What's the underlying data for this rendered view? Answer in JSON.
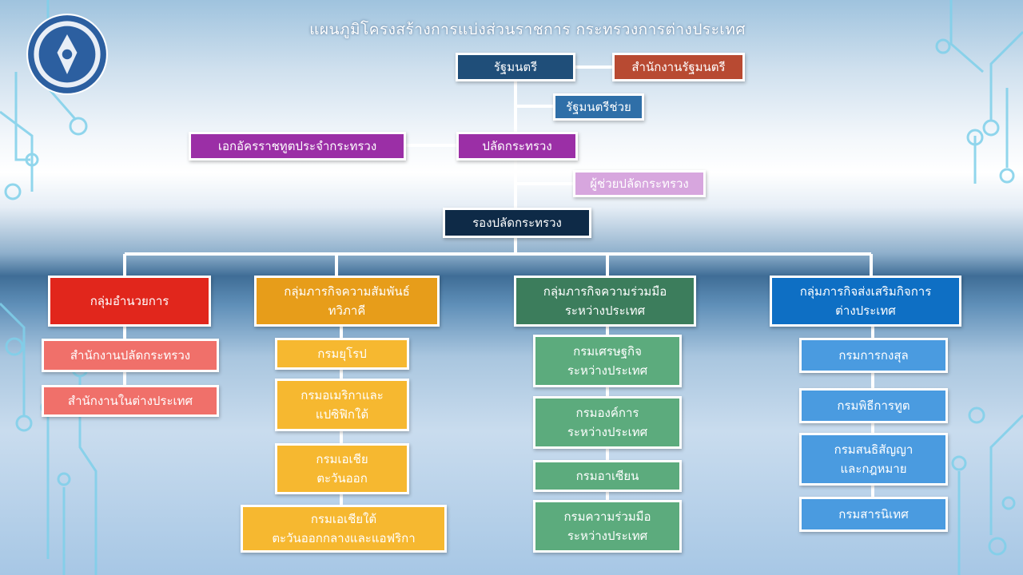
{
  "title": "แผนภูมิโครงสร้างการแบ่งส่วนราชการ กระทรวงการต่างประเทศ",
  "colors": {
    "minister": "#1f4e79",
    "minister_office": "#b84a32",
    "assistant": "#2f6fa8",
    "purple": "#9b2fa6",
    "lilac": "#d7a6de",
    "deputy": "#0e2a47",
    "admin": "#e1261c",
    "admin_units": "#f0706a",
    "bilateral": "#e79d1a",
    "bilateral_units": "#f6b830",
    "cooperation": "#3c7d5c",
    "cooperation_units": "#5cab7d",
    "promotion": "#0e6fc4",
    "promotion_units": "#4a9be0"
  },
  "top": {
    "minister": "รัฐมนตรี",
    "minister_office": "สำนักงานรัฐมนตรี",
    "assistant_minister": "รัฐมนตรีช่วย",
    "ambassador": "เอกอัครราชทูตประจำกระทรวง",
    "permanent_secretary": "ปลัดกระทรวง",
    "assistant_ps": "ผู้ช่วยปลัดกระทรวง",
    "deputy_ps": "รองปลัดกระทรวง"
  },
  "groups": [
    {
      "name": "กลุ่มอำนวยการ",
      "units": [
        "สำนักงานปลัดกระทรวง",
        "สำนักงานในต่างประเทศ"
      ]
    },
    {
      "name": "กลุ่มภารกิจความสัมพันธ์\nทวิภาคี",
      "units": [
        "กรมยุโรป",
        "กรมอเมริกาและ\nแปซิฟิกใต้",
        "กรมเอเชีย\nตะวันออก",
        "กรมเอเชียใต้\nตะวันออกกลางและแอฟริกา"
      ]
    },
    {
      "name": "กลุ่มภารกิจความร่วมมือ\nระหว่างประเทศ",
      "units": [
        "กรมเศรษฐกิจ\nระหว่างประเทศ",
        "กรมองค์การ\nระหว่างประเทศ",
        "กรมอาเซียน",
        "กรมความร่วมมือ\nระหว่างประเทศ"
      ]
    },
    {
      "name": "กลุ่มภารกิจส่งเสริมกิจการ\nต่างประเทศ",
      "units": [
        "กรมการกงสุล",
        "กรมพิธีการทูต",
        "กรมสนธิสัญญา\nและกฎหมาย",
        "กรมสารนิเทศ"
      ]
    }
  ]
}
